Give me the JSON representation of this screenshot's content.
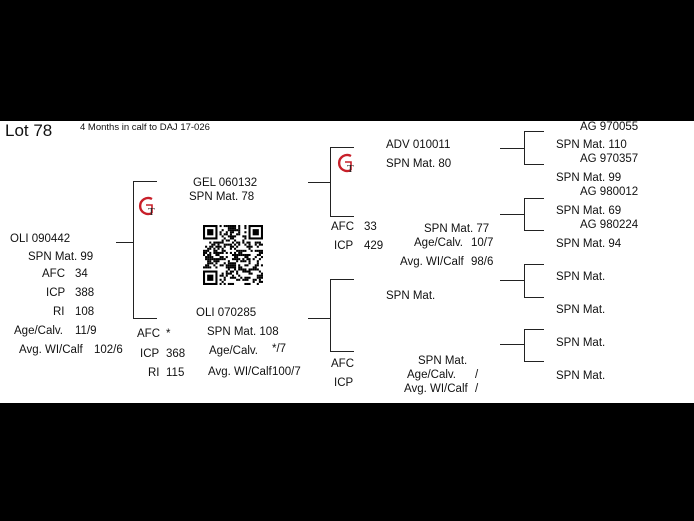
{
  "lot_title": "Lot 78",
  "lot_note": "4 Months in calf to DAJ 17-026",
  "sire": {
    "id": "OLI 090442",
    "spn": "SPN Mat. 99",
    "afc_label": "AFC",
    "afc": "34",
    "icp_label": "ICP",
    "icp": "388",
    "ri_label": "RI",
    "ri": "108",
    "age_label": "Age/Calv.",
    "age": "11/9",
    "wi_label": "Avg. WI/Calf",
    "wi": "102/6"
  },
  "sire_sire": {
    "id": "GEL 060132",
    "spn": "SPN Mat. 78"
  },
  "sire_dam": {
    "id": "OLI 070285",
    "spn": "SPN Mat. 108",
    "afc_label": "AFC",
    "afc": "*",
    "icp_label": "ICP",
    "icp": "368",
    "ri_label": "RI",
    "ri": "115",
    "age_label": "Age/Calv.",
    "age": "*/7",
    "wi_label": "Avg. WI/Calf",
    "wi": "100/7"
  },
  "gen3_top": {
    "id": "ADV 010011",
    "spn": "SPN Mat. 80",
    "afc_label": "AFC",
    "afc": "33",
    "icp_label": "ICP",
    "icp": "429"
  },
  "gen3_second": {
    "spn": "SPN Mat. 77",
    "age_label": "Age/Calv.",
    "age": "10/7",
    "wi_label": "Avg. WI/Calf",
    "wi": "98/6"
  },
  "gen3_third": {
    "spn": "SPN Mat."
  },
  "gen3_bottom": {
    "afc_label": "AFC",
    "icp_label": "ICP",
    "spn": "SPN Mat.",
    "age_label": "Age/Calv.",
    "age": "/",
    "wi_label": "Avg. WI/Calf",
    "wi": "/"
  },
  "gen4": {
    "ag1": "AG  970055",
    "spn110": "SPN Mat. 110",
    "ag2": "AG  970357",
    "spn99": "SPN Mat. 99",
    "ag3": "AG  980012",
    "spn69": "SPN Mat. 69",
    "ag4": "AG  980224",
    "spn94": "SPN Mat. 94",
    "spnA": "SPN Mat.",
    "spnB": "SPN Mat.",
    "spnC": "SPN Mat.",
    "spnD": "SPN Mat."
  },
  "icons": {
    "breeder_logo": "gt-logo-icon",
    "qr": "qr-code-icon"
  },
  "colors": {
    "background": "#000000",
    "sheet": "#ffffff",
    "logo_red": "#c8202a"
  }
}
